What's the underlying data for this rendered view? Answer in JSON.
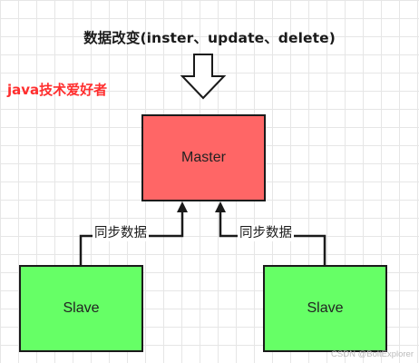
{
  "title": "数据改变(inster、update、delete)",
  "watermark_text": "java技术爱好者",
  "nodes": {
    "master": "Master",
    "slave_left": "Slave",
    "slave_right": "Slave"
  },
  "edges": {
    "left_label": "同步数据",
    "right_label": "同步数据"
  },
  "footer_watermark": "CSDN @BoltExplorer",
  "colors": {
    "master_fill": "#ff6666",
    "slave_fill": "#66ff66",
    "watermark": "#ff2e2e"
  }
}
